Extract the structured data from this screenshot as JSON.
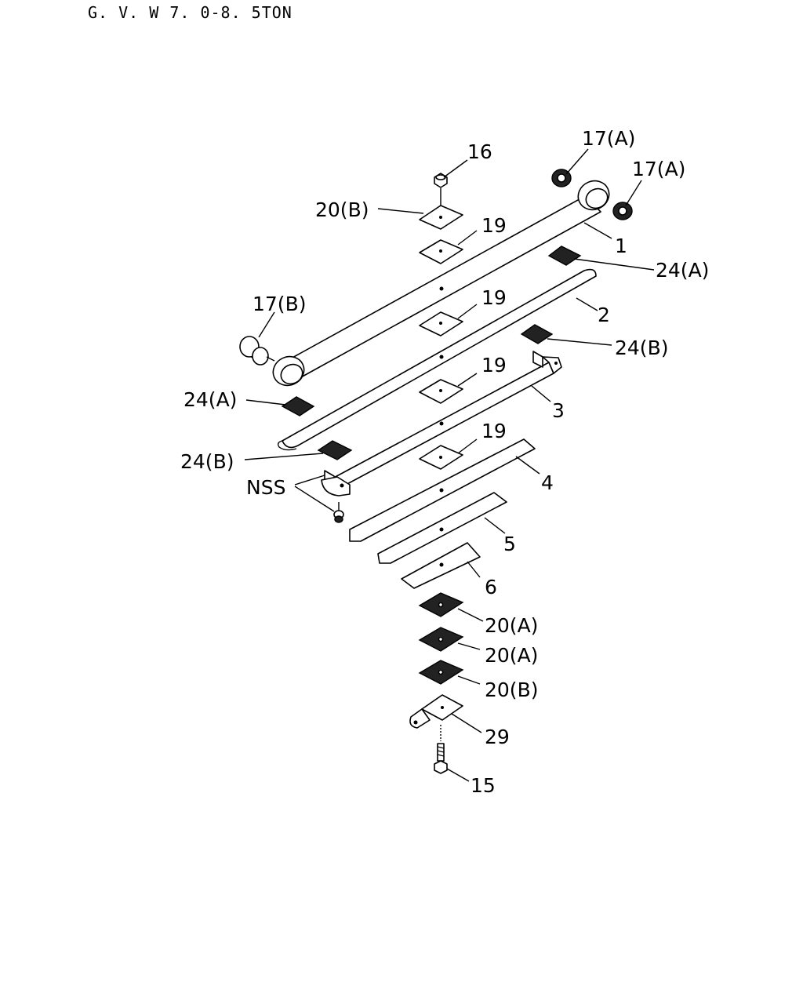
{
  "title": "G. V. W 7. 0-8. 5TON",
  "callouts": {
    "c16": "16",
    "c17a_1": "17(A)",
    "c17a_2": "17(A)",
    "c20b_top": "20(B)",
    "c19_1": "19",
    "c1": "1",
    "c24a_right": "24(A)",
    "c17b": "17(B)",
    "c19_2": "19",
    "c2": "2",
    "c24b_right": "24(B)",
    "c19_3": "19",
    "c24a_left": "24(A)",
    "c3": "3",
    "c24b_left": "24(B)",
    "c19_4": "19",
    "c4": "4",
    "nss": "NSS",
    "c5": "5",
    "c6": "6",
    "c20a_1": "20(A)",
    "c20a_2": "20(A)",
    "c20b_bottom": "20(B)",
    "c29": "29",
    "c15": "15"
  }
}
